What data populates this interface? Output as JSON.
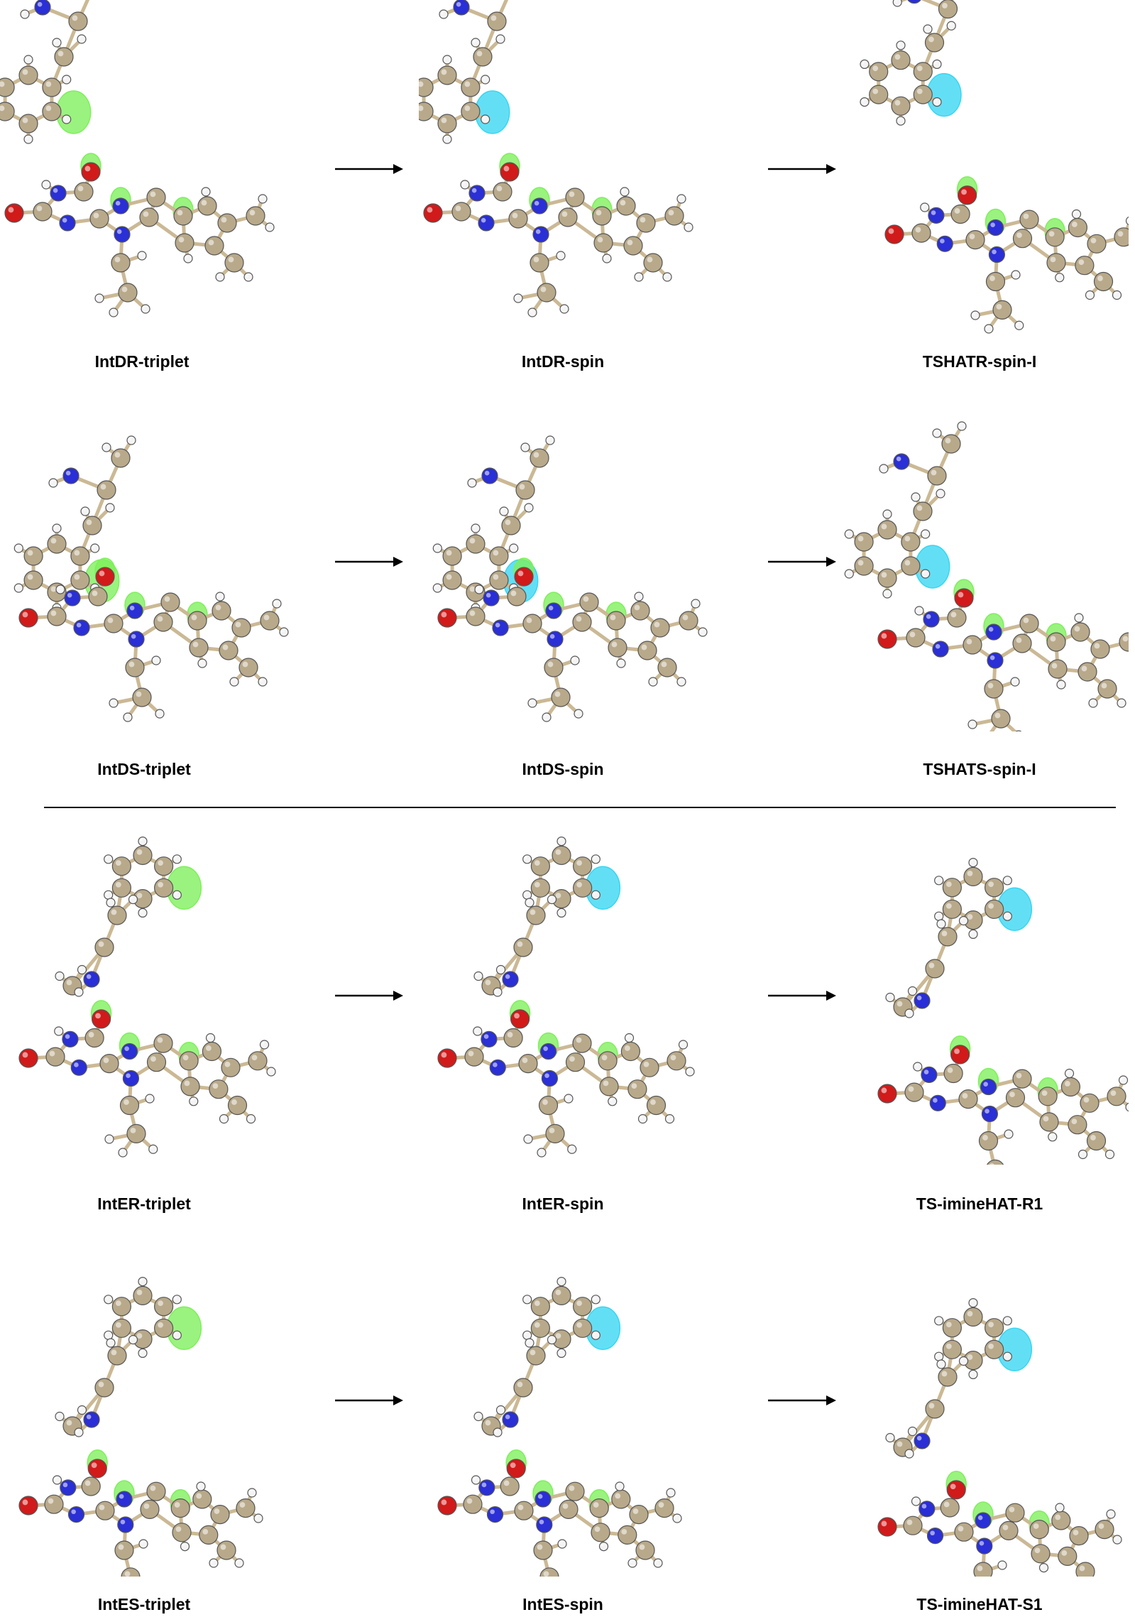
{
  "colors": {
    "carbon": "#b8a98a",
    "nitrogen": "#2a2fd6",
    "oxygen": "#d11a1a",
    "hydrogen": "#f4f4f4",
    "bond": "#cbb995",
    "spin_green": "#7df05a",
    "spin_cyan": "#37d6f2"
  },
  "sections": [
    {
      "rows": [
        {
          "panels": [
            {
              "label": "IntDR-triplet",
              "variant": "A",
              "spin": "green"
            },
            {
              "label": "IntDR-spin",
              "variant": "A",
              "spin": "mixed"
            },
            {
              "label": "TSHATR-spin-I",
              "variant": "A2",
              "spin": "mixed"
            }
          ]
        },
        {
          "panels": [
            {
              "label": "IntDS-triplet",
              "variant": "B",
              "spin": "green"
            },
            {
              "label": "IntDS-spin",
              "variant": "B",
              "spin": "mixed"
            },
            {
              "label": "TSHATS-spin-I",
              "variant": "B2",
              "spin": "mixed"
            }
          ]
        }
      ]
    },
    {
      "rows": [
        {
          "panels": [
            {
              "label": "IntER-triplet",
              "variant": "C",
              "spin": "green"
            },
            {
              "label": "IntER-spin",
              "variant": "C",
              "spin": "mixed"
            },
            {
              "label": "TS-imineHAT-R1",
              "variant": "C2",
              "spin": "mixed"
            }
          ]
        },
        {
          "panels": [
            {
              "label": "IntES-triplet",
              "variant": "D",
              "spin": "green"
            },
            {
              "label": "IntES-spin",
              "variant": "D",
              "spin": "mixed"
            },
            {
              "label": "TS-imineHAT-S1",
              "variant": "D2",
              "spin": "mixed"
            }
          ]
        }
      ]
    }
  ]
}
